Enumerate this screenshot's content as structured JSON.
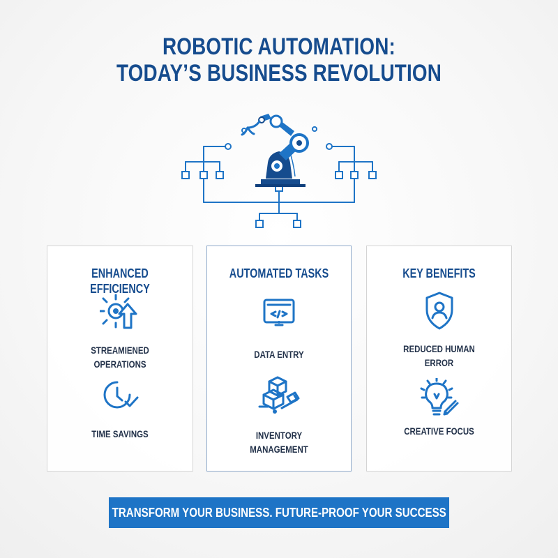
{
  "header": {
    "title_line_1": "ROBOTIC AUTOMATION:",
    "title_line_2": "TODAY’S BUSINESS REVOLUTION"
  },
  "hero": {
    "icon": "robotic-arm-icon"
  },
  "panels": [
    {
      "title": "ENHANCED EFFICIENCY",
      "items": [
        {
          "label": "STREAMIENED\nOPERATIONS",
          "icon": "gear-up-arrow-icon"
        },
        {
          "label": "TIME SAVINGS",
          "icon": "clock-check-icon"
        }
      ]
    },
    {
      "title": "AUTOMATED TASKS",
      "items": [
        {
          "label": "DATA ENTRY",
          "icon": "code-monitor-icon"
        },
        {
          "label": "INVENTORY\nMANAGEMENT",
          "icon": "boxes-hand-truck-icon"
        }
      ]
    },
    {
      "title": "KEY BENEFITS",
      "items": [
        {
          "label": "REDUCED HUMAN\nERROR",
          "icon": "shield-user-icon"
        },
        {
          "label": "CREATIVE FOCUS",
          "icon": "lightbulb-pencil-icon"
        }
      ]
    }
  ],
  "footer": {
    "cta": "TRANSFORM YOUR BUSINESS. FUTURE-PROOF YOUR SUCCESS"
  },
  "colors": {
    "primary": "#164c8e",
    "accent": "#1e74c6",
    "text": "#23324a",
    "background": "#f7f7f7"
  }
}
